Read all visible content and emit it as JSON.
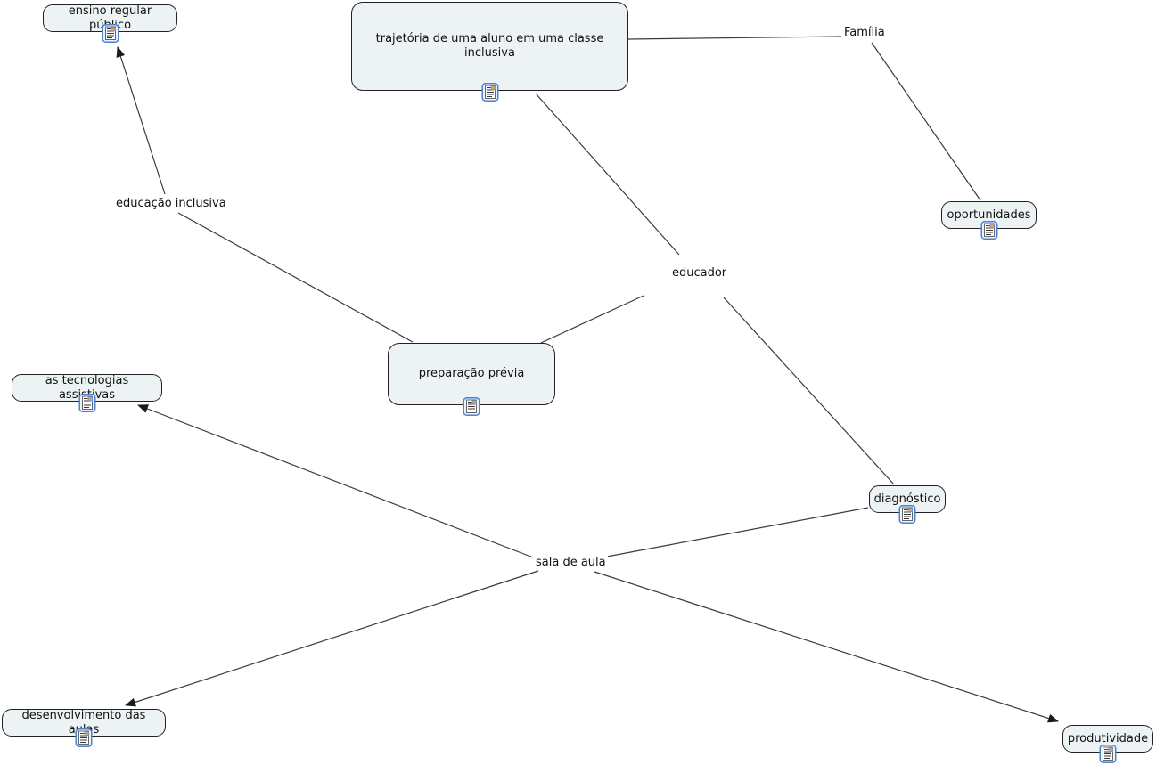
{
  "diagram": {
    "title": "concept map",
    "concepts": [
      {
        "id": "ensino",
        "label": "ensino regular público"
      },
      {
        "id": "trajetoria",
        "label": "trajetória de uma aluno em uma classe inclusiva"
      },
      {
        "id": "oportunidades",
        "label": "oportunidades"
      },
      {
        "id": "preparacao",
        "label": "preparação prévia"
      },
      {
        "id": "tecnologias",
        "label": "as tecnologias assistivas"
      },
      {
        "id": "diagnostico",
        "label": "diagnóstico"
      },
      {
        "id": "desenvolvimento",
        "label": "desenvolvimento das aulas"
      },
      {
        "id": "produtividade",
        "label": "produtividade"
      }
    ],
    "link_labels": [
      {
        "id": "familia",
        "label": "Família"
      },
      {
        "id": "educacao",
        "label": "educação inclusiva"
      },
      {
        "id": "educador",
        "label": "educador"
      },
      {
        "id": "sala",
        "label": "sala de aula"
      }
    ],
    "connections": [
      {
        "from": "trajetória de uma aluno em uma classe inclusiva",
        "to": "Família",
        "arrow": false
      },
      {
        "from": "Família",
        "to": "oportunidades",
        "arrow": false
      },
      {
        "from": "trajetória de uma aluno em uma classe inclusiva",
        "to": "educador",
        "arrow": false
      },
      {
        "from": "educador",
        "to": "preparação prévia",
        "arrow": false
      },
      {
        "from": "educador",
        "to": "diagnóstico",
        "arrow": false
      },
      {
        "from": "educação inclusiva",
        "to": "ensino regular público",
        "arrow": true
      },
      {
        "from": "educação inclusiva",
        "to": "preparação prévia",
        "arrow": false
      },
      {
        "from": "diagnóstico",
        "to": "sala de aula",
        "arrow": false
      },
      {
        "from": "sala de aula",
        "to": "as tecnologias assistivas",
        "arrow": true
      },
      {
        "from": "sala de aula",
        "to": "desenvolvimento das aulas",
        "arrow": true
      },
      {
        "from": "sala de aula",
        "to": "produtividade",
        "arrow": true
      }
    ],
    "icons": {
      "resource_icon": "document-with-image-icon"
    },
    "colors": {
      "node_fill": "#edf3f5",
      "node_border": "#222222",
      "line": "#3b3b3b",
      "arrow": "#1a1a1a",
      "icon_border": "#4d82d2",
      "icon_fill": "#eaf2fc",
      "text": "#111111",
      "background": "#ffffff"
    }
  }
}
